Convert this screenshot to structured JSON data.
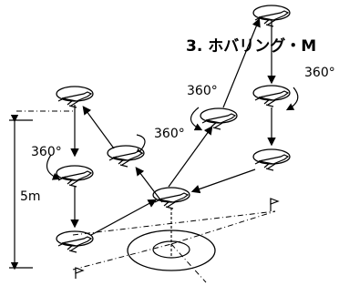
{
  "title": "3. ホバリング・M",
  "rotation_labels": [
    "360°",
    "360°",
    "360°",
    "360°"
  ],
  "height_label": "5m",
  "colors": {
    "line": "#000000",
    "background": "#ffffff"
  },
  "icons": [
    "helicopter-icon",
    "flag-icon"
  ]
}
